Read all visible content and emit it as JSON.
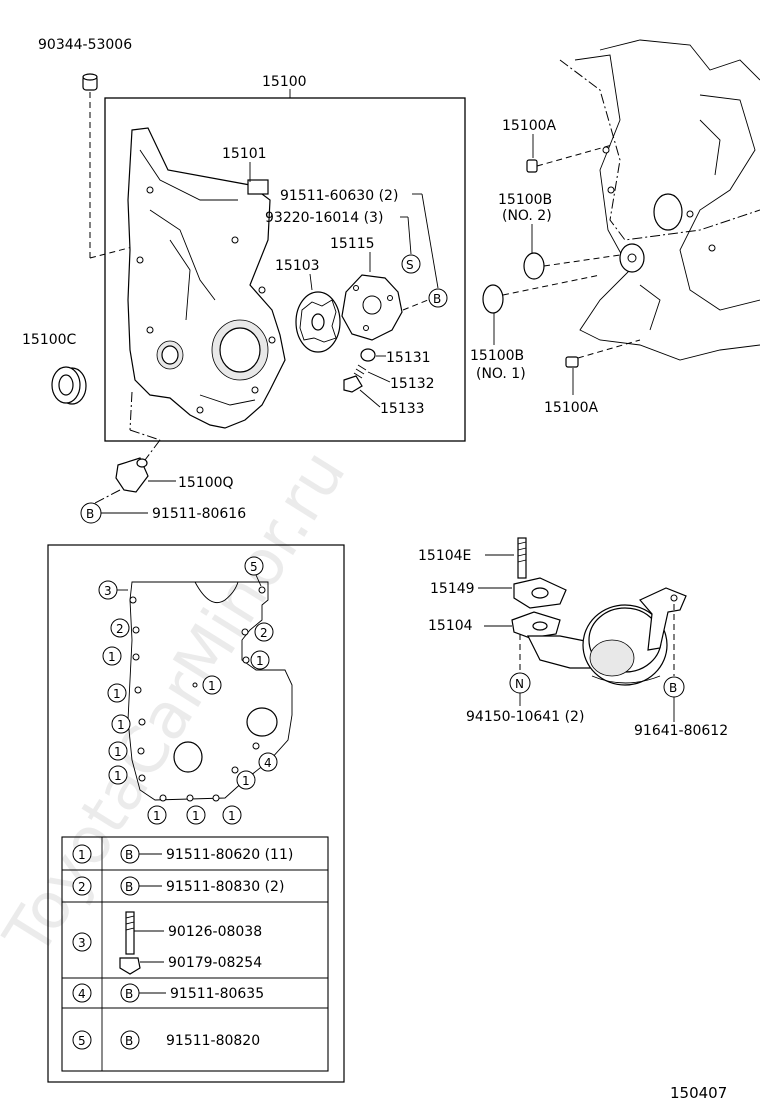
{
  "watermark": "ToyotaCarMinor.ru",
  "diagram_id": "150407",
  "callouts": {
    "c90344": "90344-53006",
    "c15100": "15100",
    "c15101": "15101",
    "c91511_60630": "91511-60630 (2)",
    "c93220": "93220-16014 (3)",
    "c15115": "15115",
    "c15103": "15103",
    "c15100C": "15100C",
    "c15131": "15131",
    "c15132": "15132",
    "c15133": "15133",
    "c15100Q": "15100Q",
    "c91511_80616": "91511-80616",
    "c15100A_top": "15100A",
    "c15100B_no2": "15100B",
    "c15100B_no2_sub": "(NO. 2)",
    "c15100B_no1": "15100B",
    "c15100B_no1_sub": "(NO. 1)",
    "c15100A_bot": "15100A",
    "c15104E": "15104E",
    "c15149": "15149",
    "c15104": "15104",
    "c94150": "94150-10641 (2)",
    "c91641": "91641-80612"
  },
  "symbols": {
    "B": "B",
    "S": "S",
    "N": "N",
    "n1": "1",
    "n2": "2",
    "n3": "3",
    "n4": "4",
    "n5": "5"
  },
  "legend_table": [
    {
      "key": "1",
      "parts": [
        "91511-80620 (11)"
      ]
    },
    {
      "key": "2",
      "parts": [
        "91511-80830 (2)"
      ]
    },
    {
      "key": "3",
      "parts": [
        "90126-08038",
        "90179-08254"
      ]
    },
    {
      "key": "4",
      "parts": [
        "91511-80635"
      ]
    },
    {
      "key": "5",
      "parts": [
        "91511-80820"
      ]
    }
  ]
}
